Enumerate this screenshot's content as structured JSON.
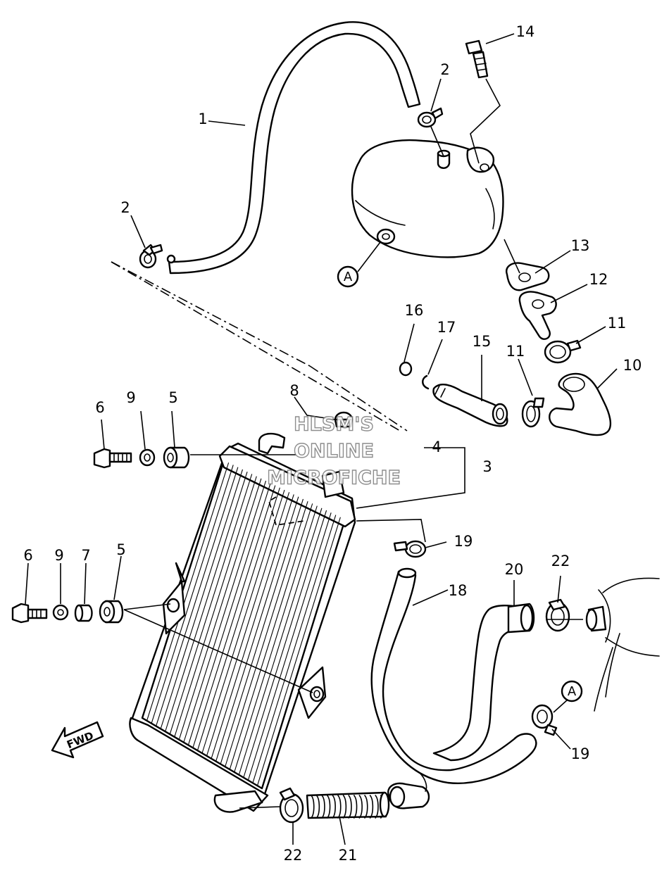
{
  "watermark": {
    "line1": "HLSM'S",
    "line2": "ONLINE",
    "line3": "MICROFICHE"
  },
  "direction_label": "FWD",
  "reference_letter": "A",
  "callouts": [
    "1",
    "2",
    "2",
    "3",
    "4",
    "5",
    "5",
    "6",
    "6",
    "7",
    "8",
    "9",
    "9",
    "10",
    "11",
    "11",
    "12",
    "13",
    "14",
    "15",
    "16",
    "17",
    "18",
    "19",
    "19",
    "20",
    "21",
    "22",
    "22"
  ]
}
